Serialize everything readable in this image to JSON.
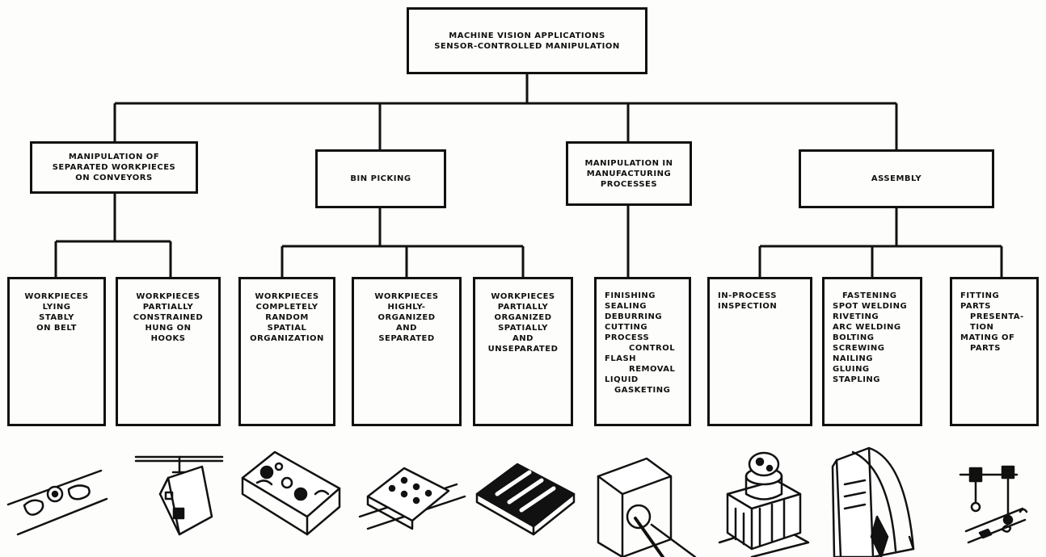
{
  "root": {
    "lines": [
      "MACHINE VISION APPLICATIONS",
      "SENSOR-CONTROLLED MANIPULATION"
    ]
  },
  "categories": [
    {
      "lines": [
        "MANIPULATION OF",
        "SEPARATED WORKPIECES",
        "ON CONVEYORS"
      ]
    },
    {
      "lines": [
        "BIN PICKING"
      ]
    },
    {
      "lines": [
        "MANIPULATION IN",
        "MANUFACTURING",
        "PROCESSES"
      ]
    },
    {
      "lines": [
        "ASSEMBLY"
      ]
    }
  ],
  "leaves": [
    {
      "lines": [
        "WORKPIECES",
        "LYING",
        "STABLY",
        "ON BELT"
      ]
    },
    {
      "lines": [
        "WORKPIECES",
        "PARTIALLY",
        "CONSTRAINED",
        "HUNG ON",
        "HOOKS"
      ]
    },
    {
      "lines": [
        "WORKPIECES",
        "COMPLETELY",
        "RANDOM",
        "SPATIAL",
        "ORGANIZATION"
      ]
    },
    {
      "lines": [
        "WORKPIECES",
        "HIGHLY-",
        "ORGANIZED",
        "AND",
        "SEPARATED"
      ]
    },
    {
      "lines": [
        "WORKPIECES",
        "PARTIALLY",
        "ORGANIZED",
        "SPATIALLY",
        "AND",
        "UNSEPARATED"
      ]
    },
    {
      "lines": [
        "FINISHING",
        "SEALING",
        "DEBURRING",
        "CUTTING",
        "PROCESS",
        "CONTROL",
        "FLASH",
        "REMOVAL",
        "LIQUID",
        "GASKETING"
      ]
    },
    {
      "lines": [
        "IN-PROCESS",
        "INSPECTION"
      ]
    },
    {
      "lines": [
        "FASTENING",
        "SPOT WELDING",
        "RIVETING",
        "ARC WELDING",
        "BOLTING",
        "SCREWING",
        "NAILING",
        "GLUING",
        "STAPLING"
      ]
    },
    {
      "lines": [
        "FITTING",
        "PARTS",
        "PRESENTA-",
        "TION",
        "MATING OF",
        "PARTS"
      ]
    }
  ],
  "illustrations": [
    "conveyor-belt",
    "hanging-hook",
    "random-bin",
    "organized-tray",
    "partially-organized-tray",
    "process-station",
    "inspection-fixture",
    "fastening-machine",
    "fitting-assembly"
  ]
}
